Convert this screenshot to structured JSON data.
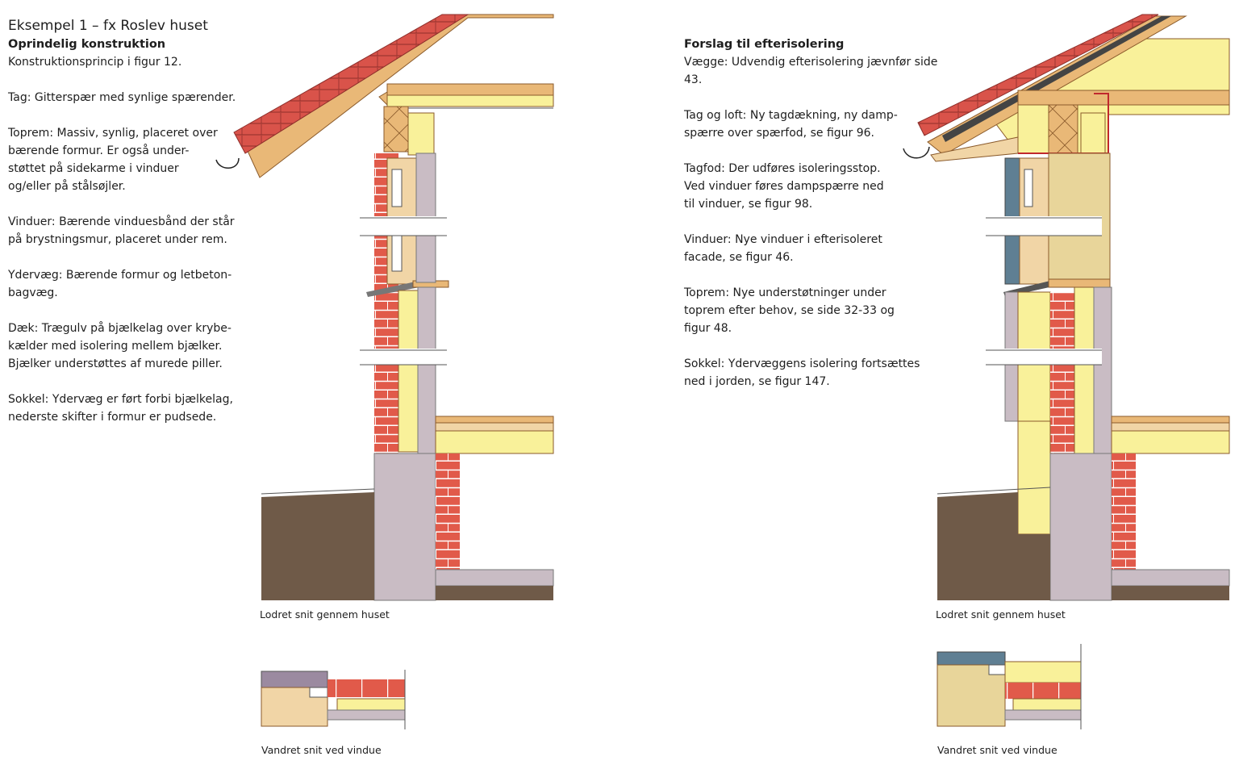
{
  "left": {
    "title": "Eksempel 1 – fx Roslev huset",
    "subtitle": "Oprindelig konstruktion",
    "paragraphs": [
      "Konstruktionsprincip i figur 12.",
      "Tag: Gitterspær med synlige spærender.",
      "Toprem: Massiv, synlig, placeret over\nbærende formur. Er også under-\nstøttet på sidekarme i vinduer\nog/eller på stålsøjler.",
      "Vinduer: Bærende vinduesbånd der står\npå brystningsmur, placeret under rem.",
      "Ydervæg: Bærende formur og letbeton-\nbagvæg.",
      "Dæk: Trægulv på bjælkelag over krybe-\nkælder med isolering mellem bjælker.\nBjælker understøttes af murede piller.",
      "Sokkel: Ydervæg er ført forbi bjælkelag,\nnederste skifter i formur er pudsede."
    ],
    "caption_vertical": "Lodret snit gennem huset",
    "caption_horizontal": "Vandret snit ved vindue"
  },
  "right": {
    "subtitle": "Forslag til efterisolering",
    "paragraphs": [
      "Vægge: Udvendig efterisolering jævnfør side 43.",
      "Tag og loft: Ny tagdækning, ny damp-\nspærre over spærfod, se figur 96.",
      "Tagfod: Der udføres isoleringsstop.\nVed vinduer føres dampspærre ned\ntil vinduer, se figur 98.",
      "Vinduer: Nye vinduer i efterisoleret\nfacade, se figur 46.",
      "Toprem: Nye understøtninger under\ntoprem efter behov, se side 32-33 og\nfigur 48.",
      "Sokkel: Ydervæggens isolering fortsættes\nned i jorden, se figur 147."
    ],
    "caption_vertical": "Lodret snit gennem huset",
    "caption_horizontal": "Vandret snit ved vindue"
  },
  "colors": {
    "roof_tile": "#d9534a",
    "timber": "#e9b877",
    "timber_light": "#f1d5a6",
    "insulation": "#f9f19a",
    "brick": "#e15a4a",
    "concrete": "#c9bcc4",
    "soil": "#6f5a48",
    "cladding": "#5f7f93",
    "vapor_barrier": "#c0282d",
    "line": "#555555"
  }
}
